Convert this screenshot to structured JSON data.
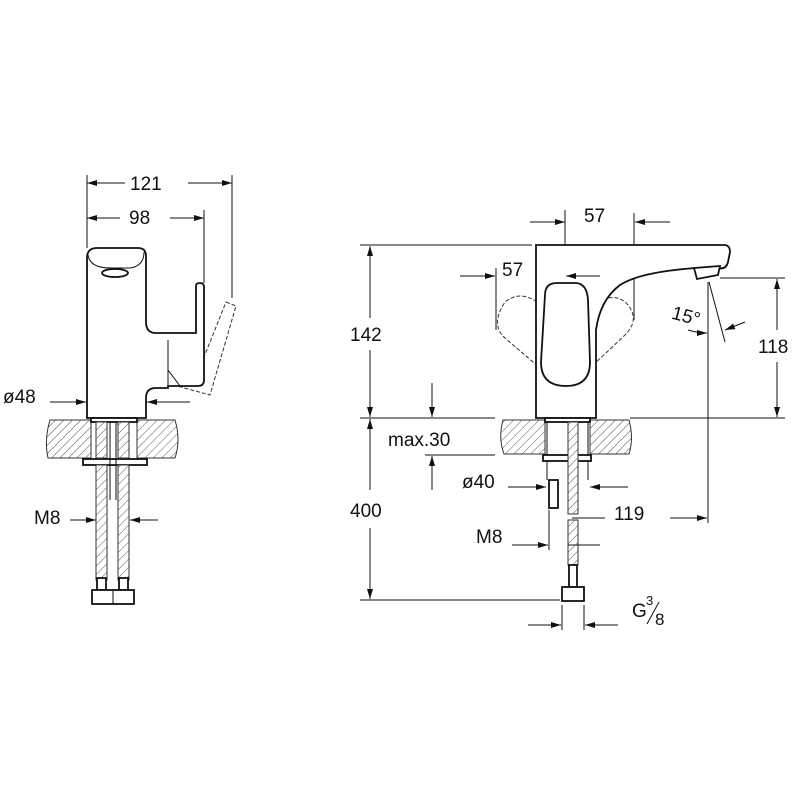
{
  "colors": {
    "line": "#111111",
    "background": "#ffffff"
  },
  "side_view": {
    "dims": {
      "overall_depth": "121",
      "lever_depth": "98",
      "body_diameter": "ø48",
      "thread": "M8"
    }
  },
  "front_view": {
    "dims": {
      "lever_swing_right": "57",
      "lever_swing_left": "57",
      "total_height": "142",
      "spout_height": "118",
      "spout_angle": "15°",
      "max_counter_thickness": "max.30",
      "shank_diameter": "ø40",
      "spout_reach": "119",
      "hose_length": "400",
      "thread": "M8",
      "connection_prefix": "G",
      "connection_num": "3",
      "connection_den": "8"
    }
  }
}
